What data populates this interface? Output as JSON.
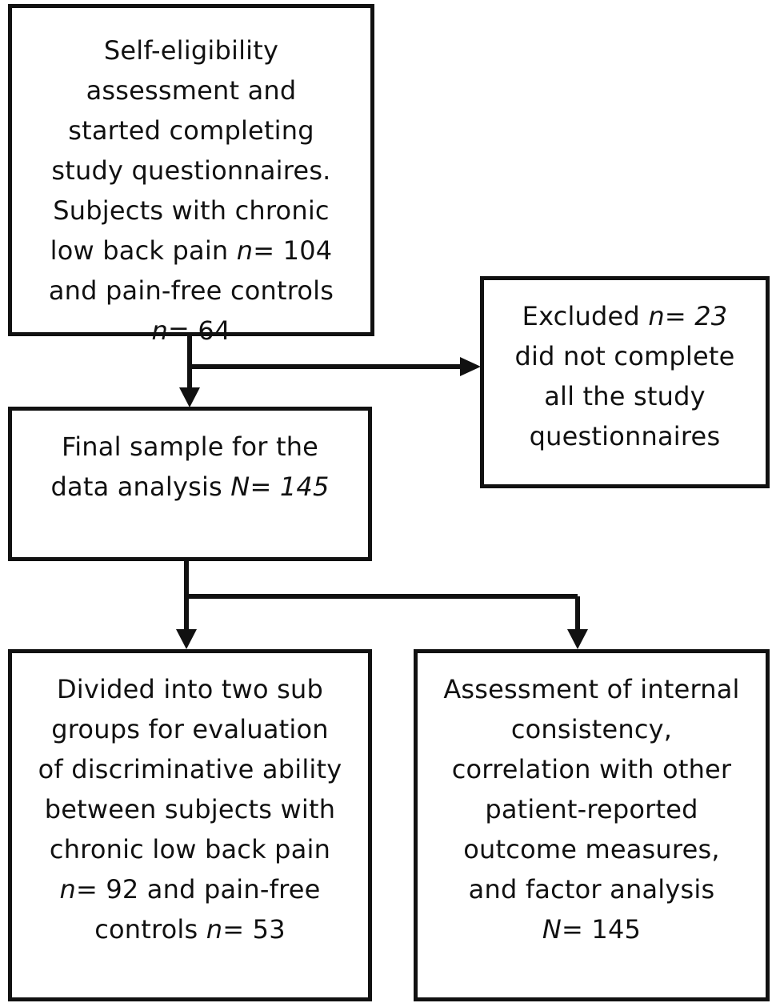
{
  "boxes": {
    "start": {
      "lines": [
        "Self-eligibility",
        "assessment and",
        "started completing",
        "study questionnaires.",
        "Subjects with chronic",
        "low back pain",
        "n",
        "= 104",
        "and pain-free controls",
        "n",
        "= 64"
      ]
    },
    "excluded": {
      "label": "Excluded ",
      "n": "n",
      "n_value": "= 23",
      "lines": [
        "did not complete",
        "all the study",
        "questionnaires"
      ]
    },
    "final": {
      "line1": "Final sample for the",
      "line2": "data analysis ",
      "n": "N",
      "n_value": "= 145"
    },
    "groups": {
      "lines": [
        "Divided into two sub",
        "groups for evaluation",
        "of discriminative ability",
        "between subjects with",
        "chronic low back pain"
      ],
      "n1": "n",
      "n1_value": "= 92 and pain-free",
      "prefix2": "controls ",
      "n2": "n",
      "n2_value": "= 53"
    },
    "assessment": {
      "lines": [
        "Assessment of internal",
        "consistency,",
        "correlation with other",
        "patient-reported",
        "outcome measures,",
        "and factor analysis"
      ],
      "n": "N",
      "n_value": "= 145"
    }
  }
}
